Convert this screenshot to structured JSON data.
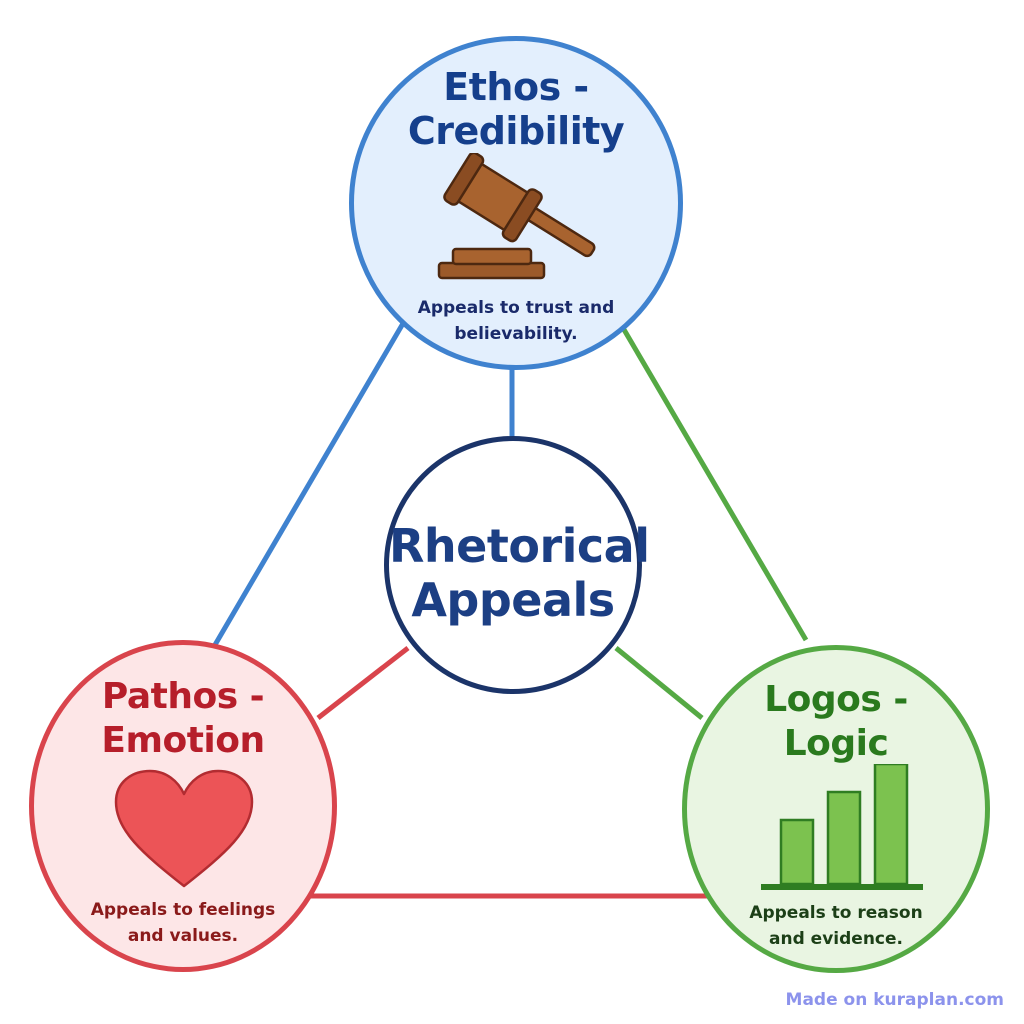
{
  "center": {
    "title_line1": "Rhetorical",
    "title_line2": "Appeals"
  },
  "ethos": {
    "title_line1": "Ethos -",
    "title_line2": "Credibility",
    "desc_line1": "Appeals to trust and",
    "desc_line2": "believability.",
    "icon": "gavel-icon",
    "color": "#3f82cf"
  },
  "pathos": {
    "title_line1": "Pathos -",
    "title_line2": "Emotion",
    "desc_line1": "Appeals to feelings",
    "desc_line2": "and values.",
    "icon": "heart-icon",
    "color": "#d9444c"
  },
  "logos": {
    "title_line1": "Logos -",
    "title_line2": "Logic",
    "desc_line1": "Appeals to reason",
    "desc_line2": "and evidence.",
    "icon": "bar-chart-icon",
    "color": "#55a944"
  },
  "watermark": "Made on kuraplan.com"
}
